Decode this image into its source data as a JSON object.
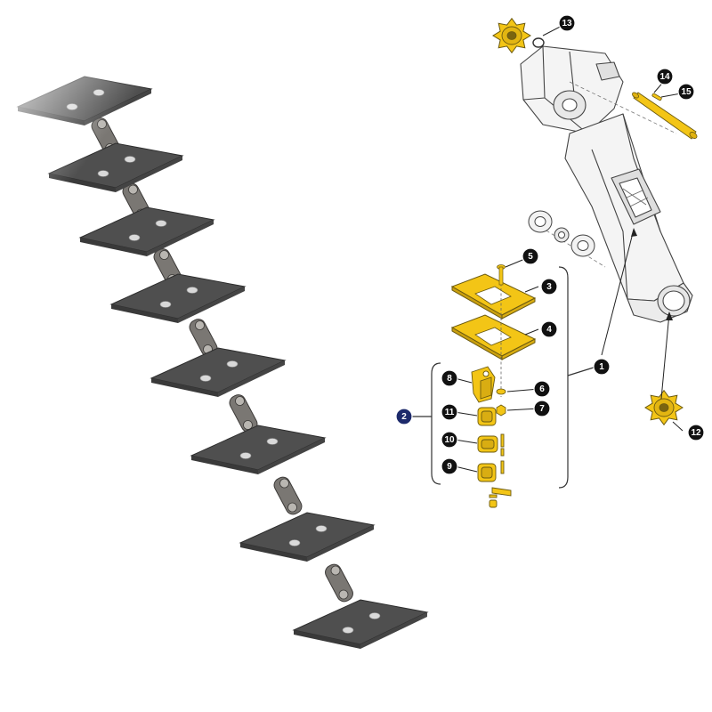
{
  "colors": {
    "part_highlight": "#f3c516",
    "part_outline": "#6b5a10",
    "callout_fill": "#111111",
    "callout_text": "#ffffff",
    "callout_assembly_fill": "#1d2a6b",
    "chain_plate": "#4f4f4f",
    "chain_link": "#7a7773",
    "line_art": "#444444"
  },
  "callouts": [
    {
      "id": "c1",
      "label": "1",
      "name": "elevator-housing"
    },
    {
      "id": "c2",
      "label": "2",
      "name": "chain-assembly"
    },
    {
      "id": "c3",
      "label": "3",
      "name": "upper-paddle"
    },
    {
      "id": "c4",
      "label": "4",
      "name": "lower-paddle"
    },
    {
      "id": "c5",
      "label": "5",
      "name": "paddle-bolt"
    },
    {
      "id": "c6",
      "label": "6",
      "name": "washer"
    },
    {
      "id": "c7",
      "label": "7",
      "name": "nut"
    },
    {
      "id": "c8",
      "label": "8",
      "name": "attachment-link"
    },
    {
      "id": "c9",
      "label": "9",
      "name": "connecting-link"
    },
    {
      "id": "c10",
      "label": "10",
      "name": "offset-link"
    },
    {
      "id": "c11",
      "label": "11",
      "name": "roller-link"
    },
    {
      "id": "c12",
      "label": "12",
      "name": "lower-sprocket"
    },
    {
      "id": "c13",
      "label": "13",
      "name": "upper-sprocket"
    },
    {
      "id": "c14",
      "label": "14",
      "name": "drive-shaft"
    },
    {
      "id": "c15",
      "label": "15",
      "name": "shaft-key"
    }
  ],
  "icons": [
    "sprocket-icon",
    "shaft-icon",
    "paddle-icon",
    "bolt-icon",
    "chain-link-icon"
  ]
}
